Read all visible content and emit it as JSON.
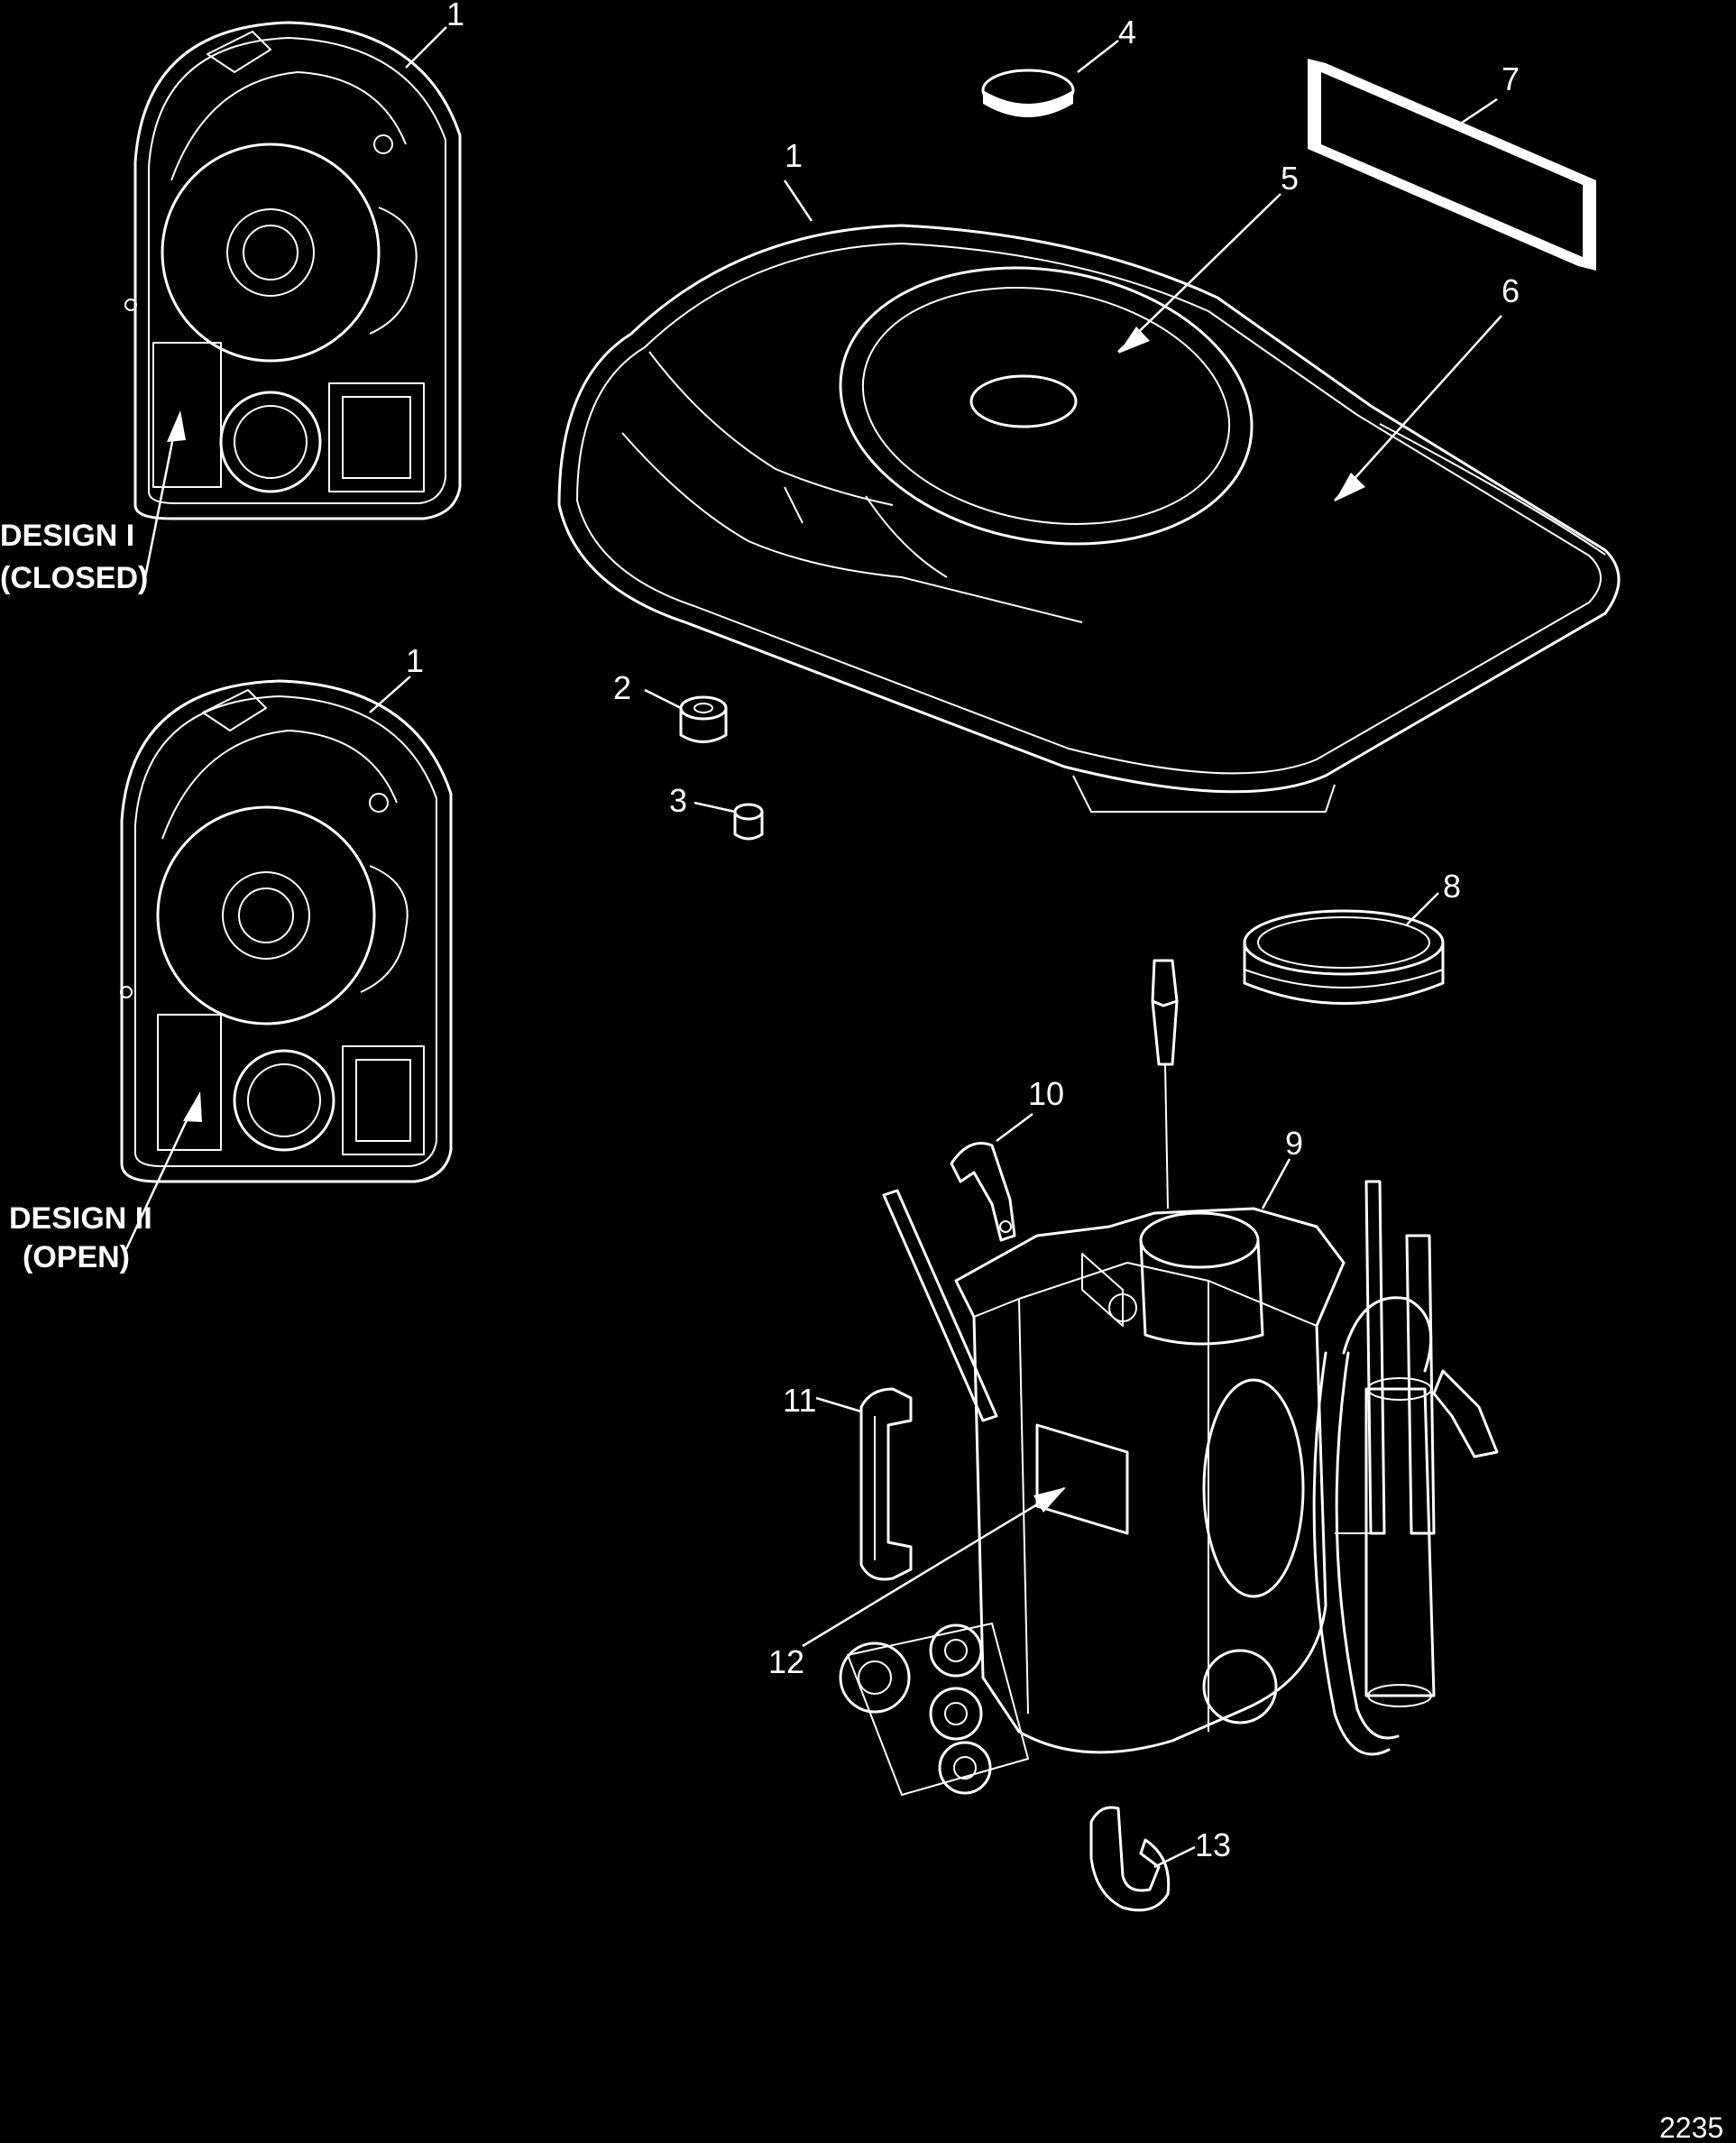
{
  "callouts": {
    "c1a": "1",
    "c1b": "1",
    "c1c": "1",
    "c2": "2",
    "c3": "3",
    "c4": "4",
    "c5": "5",
    "c6": "6",
    "c7": "7",
    "c8": "8",
    "c9": "9",
    "c10": "10",
    "c11": "11",
    "c12": "12",
    "c13": "13"
  },
  "designs": {
    "design1_line1": "DESIGN I",
    "design1_line2": "(CLOSED)",
    "design2_line1": "DESIGN II",
    "design2_line2": "(OPEN)"
  },
  "figure_number": "2235",
  "colors": {
    "background": "#000000",
    "line": "#ffffff"
  }
}
